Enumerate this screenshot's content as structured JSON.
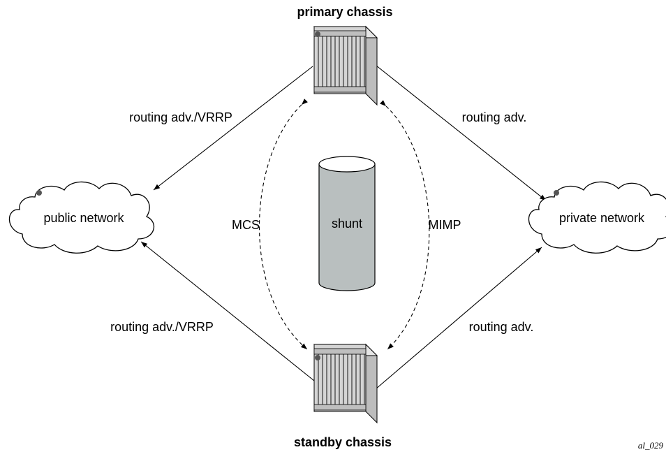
{
  "labels": {
    "primary_chassis": "primary chassis",
    "standby_chassis": "standby chassis",
    "public_network": "public network",
    "private_network": "private network",
    "shunt": "shunt",
    "mcs": "MCS",
    "mimp": "MIMP",
    "routing_adv_vrrp": "routing adv./VRRP",
    "routing_adv": "routing adv.",
    "figure_ref": "al_029"
  },
  "colors": {
    "chassis_fill": "#d4d4d4",
    "chassis_dark": "#9a9a9a",
    "shunt_fill": "#b9bfbf",
    "shunt_top": "#ffffff",
    "dot": "#555555"
  }
}
